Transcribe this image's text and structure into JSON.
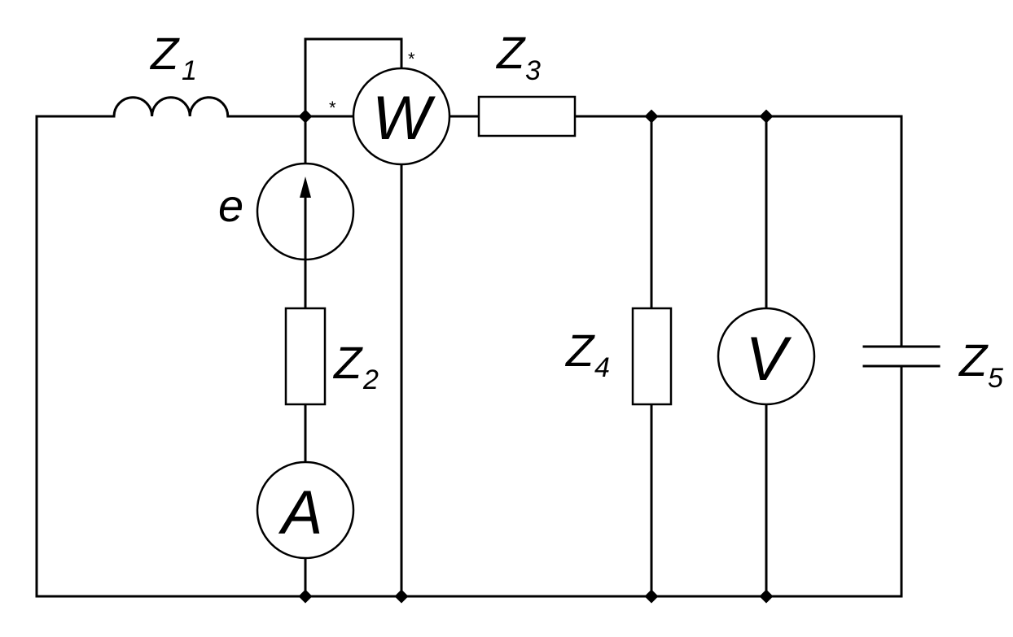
{
  "labels": {
    "z1": {
      "main": "Z",
      "sub": "1"
    },
    "z2": {
      "main": "Z",
      "sub": "2"
    },
    "z3": {
      "main": "Z",
      "sub": "3"
    },
    "z4": {
      "main": "Z",
      "sub": "4"
    },
    "z5": {
      "main": "Z",
      "sub": "5"
    },
    "source": "e"
  },
  "meters": {
    "wattmeter": "W",
    "ammeter": "A",
    "voltmeter": "V"
  },
  "polarity_marks": [
    "*",
    "*"
  ]
}
